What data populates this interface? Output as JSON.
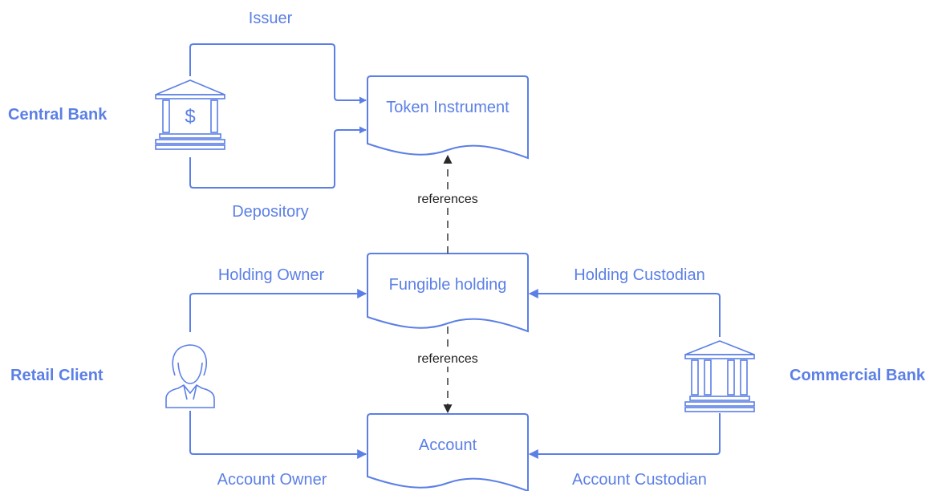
{
  "colors": {
    "accent": "#5b7fe6",
    "reference_line": "#444444"
  },
  "actors": {
    "central_bank": "Central Bank",
    "retail_client": "Retail Client",
    "commercial_bank": "Commercial Bank"
  },
  "roles": {
    "issuer": "Issuer",
    "depository": "Depository",
    "holding_owner": "Holding Owner",
    "holding_custodian": "Holding Custodian",
    "account_owner": "Account Owner",
    "account_custodian": "Account Custodian"
  },
  "nodes": {
    "token_instrument": "Token Instrument",
    "fungible_holding": "Fungible holding",
    "account": "Account"
  },
  "edges": {
    "holding_to_instrument": "references",
    "holding_to_account": "references"
  },
  "icons": {
    "central_bank": "bank-dollar-icon",
    "retail_client": "person-icon",
    "commercial_bank": "bank-icon"
  }
}
